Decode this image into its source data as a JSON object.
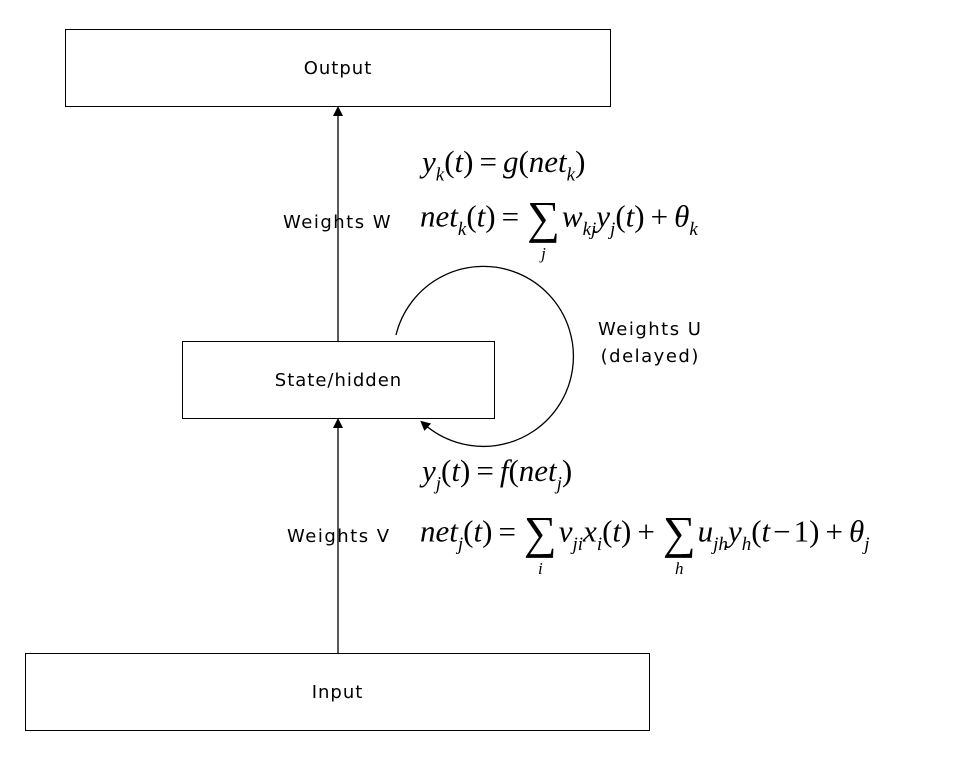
{
  "boxes": {
    "output": "Output",
    "hidden": "State/hidden",
    "input": "Input"
  },
  "labels": {
    "weights_w": "Weights W",
    "weights_v": "Weights V",
    "weights_u_line1": "Weights U",
    "weights_u_line2": "(delayed)"
  },
  "equations": {
    "output_activation": "y_k(t) = g(net_k)",
    "output_net": "net_k(t) = Σ_j w_kj y_j(t) + θ_k",
    "hidden_activation": "y_j(t) = f(net_j)",
    "hidden_net": "net_j(t) = Σ_i v_ji x_i(t) + Σ_h u_jh y_h(t−1) + θ_j"
  }
}
